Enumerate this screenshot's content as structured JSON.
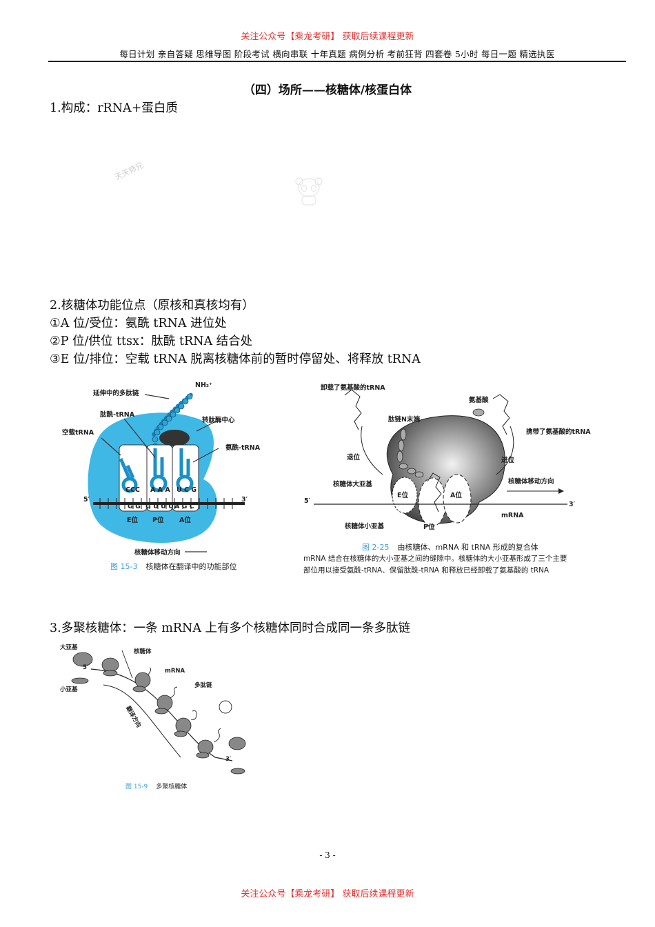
{
  "header": {
    "promo": "关注公众号【乘龙考研】 获取后续课程更新",
    "nav": "每日计划 亲自答疑 思维导图 阶段考试 横向串联 十年真题 病例分析 考前狂背 四套卷 5小时 每日一题 精选执医"
  },
  "title": "（四）场所——核糖体/核蛋白体",
  "sections": {
    "s1": "1.构成：rRNA+蛋白质",
    "s2_heading": "2.核糖体功能位点（原核和真核均有）",
    "s2_items": [
      "①A 位/受位：氨酰 tRNA 进位处",
      "②P 位/供位 ttsx：肽酰 tRNA 结合处",
      "③E 位/排位：空载 tRNA 脱离核糖体前的暂时停留处、将释放 tRNA"
    ],
    "s3": "3.多聚核糖体：一条 mRNA 上有多个核糖体同时合成同一条多肽链"
  },
  "watermark": "天天师兄",
  "figure1": {
    "labels": {
      "polypeptide": "延伸中的多肽链",
      "nh3": "NH₃⁺",
      "peptidyl": "肽酰-tRNA",
      "transferase": "转肽酶中心",
      "empty": "空载tRNA",
      "aminoacyl": "氨酰-tRNA",
      "five": "5′",
      "three": "3′",
      "anticodon_e": "CCC",
      "anticodon_p": "A A A",
      "anticodon_a": "U C G",
      "codon_e": "G G",
      "codon_p": "G U U U",
      "codon_a": "A G C",
      "e_site": "E位",
      "p_site": "P位",
      "a_site": "A位",
      "direction": "核糖体移动方向"
    },
    "caption_num": "图 15-3",
    "caption": "核糖体在翻译中的功能部位"
  },
  "figure2": {
    "labels": {
      "unloaded": "卸载了氨基酸的tRNA",
      "amino": "氨基酸",
      "nterm": "肽链N末端",
      "charged": "携带了氨基酸的tRNA",
      "exit": "退位",
      "enter": "进位",
      "large": "核糖体大亚基",
      "direction": "核糖体移动方向",
      "five": "5′",
      "three": "3′",
      "e_site": "E位",
      "a_site": "A位",
      "p_site": "P位",
      "mrna": "mRNA",
      "small": "核糖体小亚基"
    },
    "caption_num": "图 2-25",
    "caption": "由核糖体、mRNA 和 tRNA 形成的复合体",
    "desc1": "mRNA 结合在核糖体的大小亚基之间的缝隙中。核糖体的大小亚基形成了三个主要",
    "desc2": "部位用以接受氨酰-tRNA、保留肽酰-tRNA 和释放已经卸载了氨基酸的 tRNA"
  },
  "figure3": {
    "labels": {
      "large": "大亚基",
      "ribosome": "核糖体",
      "five": "5′",
      "mrna": "mRNA",
      "small": "小亚基",
      "polypeptide": "多肽链",
      "direction": "翻译方向",
      "three": "3′"
    },
    "caption_num": "图 15-9",
    "caption": "多聚核糖体"
  },
  "footer": {
    "page": "- 3 -",
    "promo": "关注公众号【乘龙考研】 获取后续课程更新"
  }
}
